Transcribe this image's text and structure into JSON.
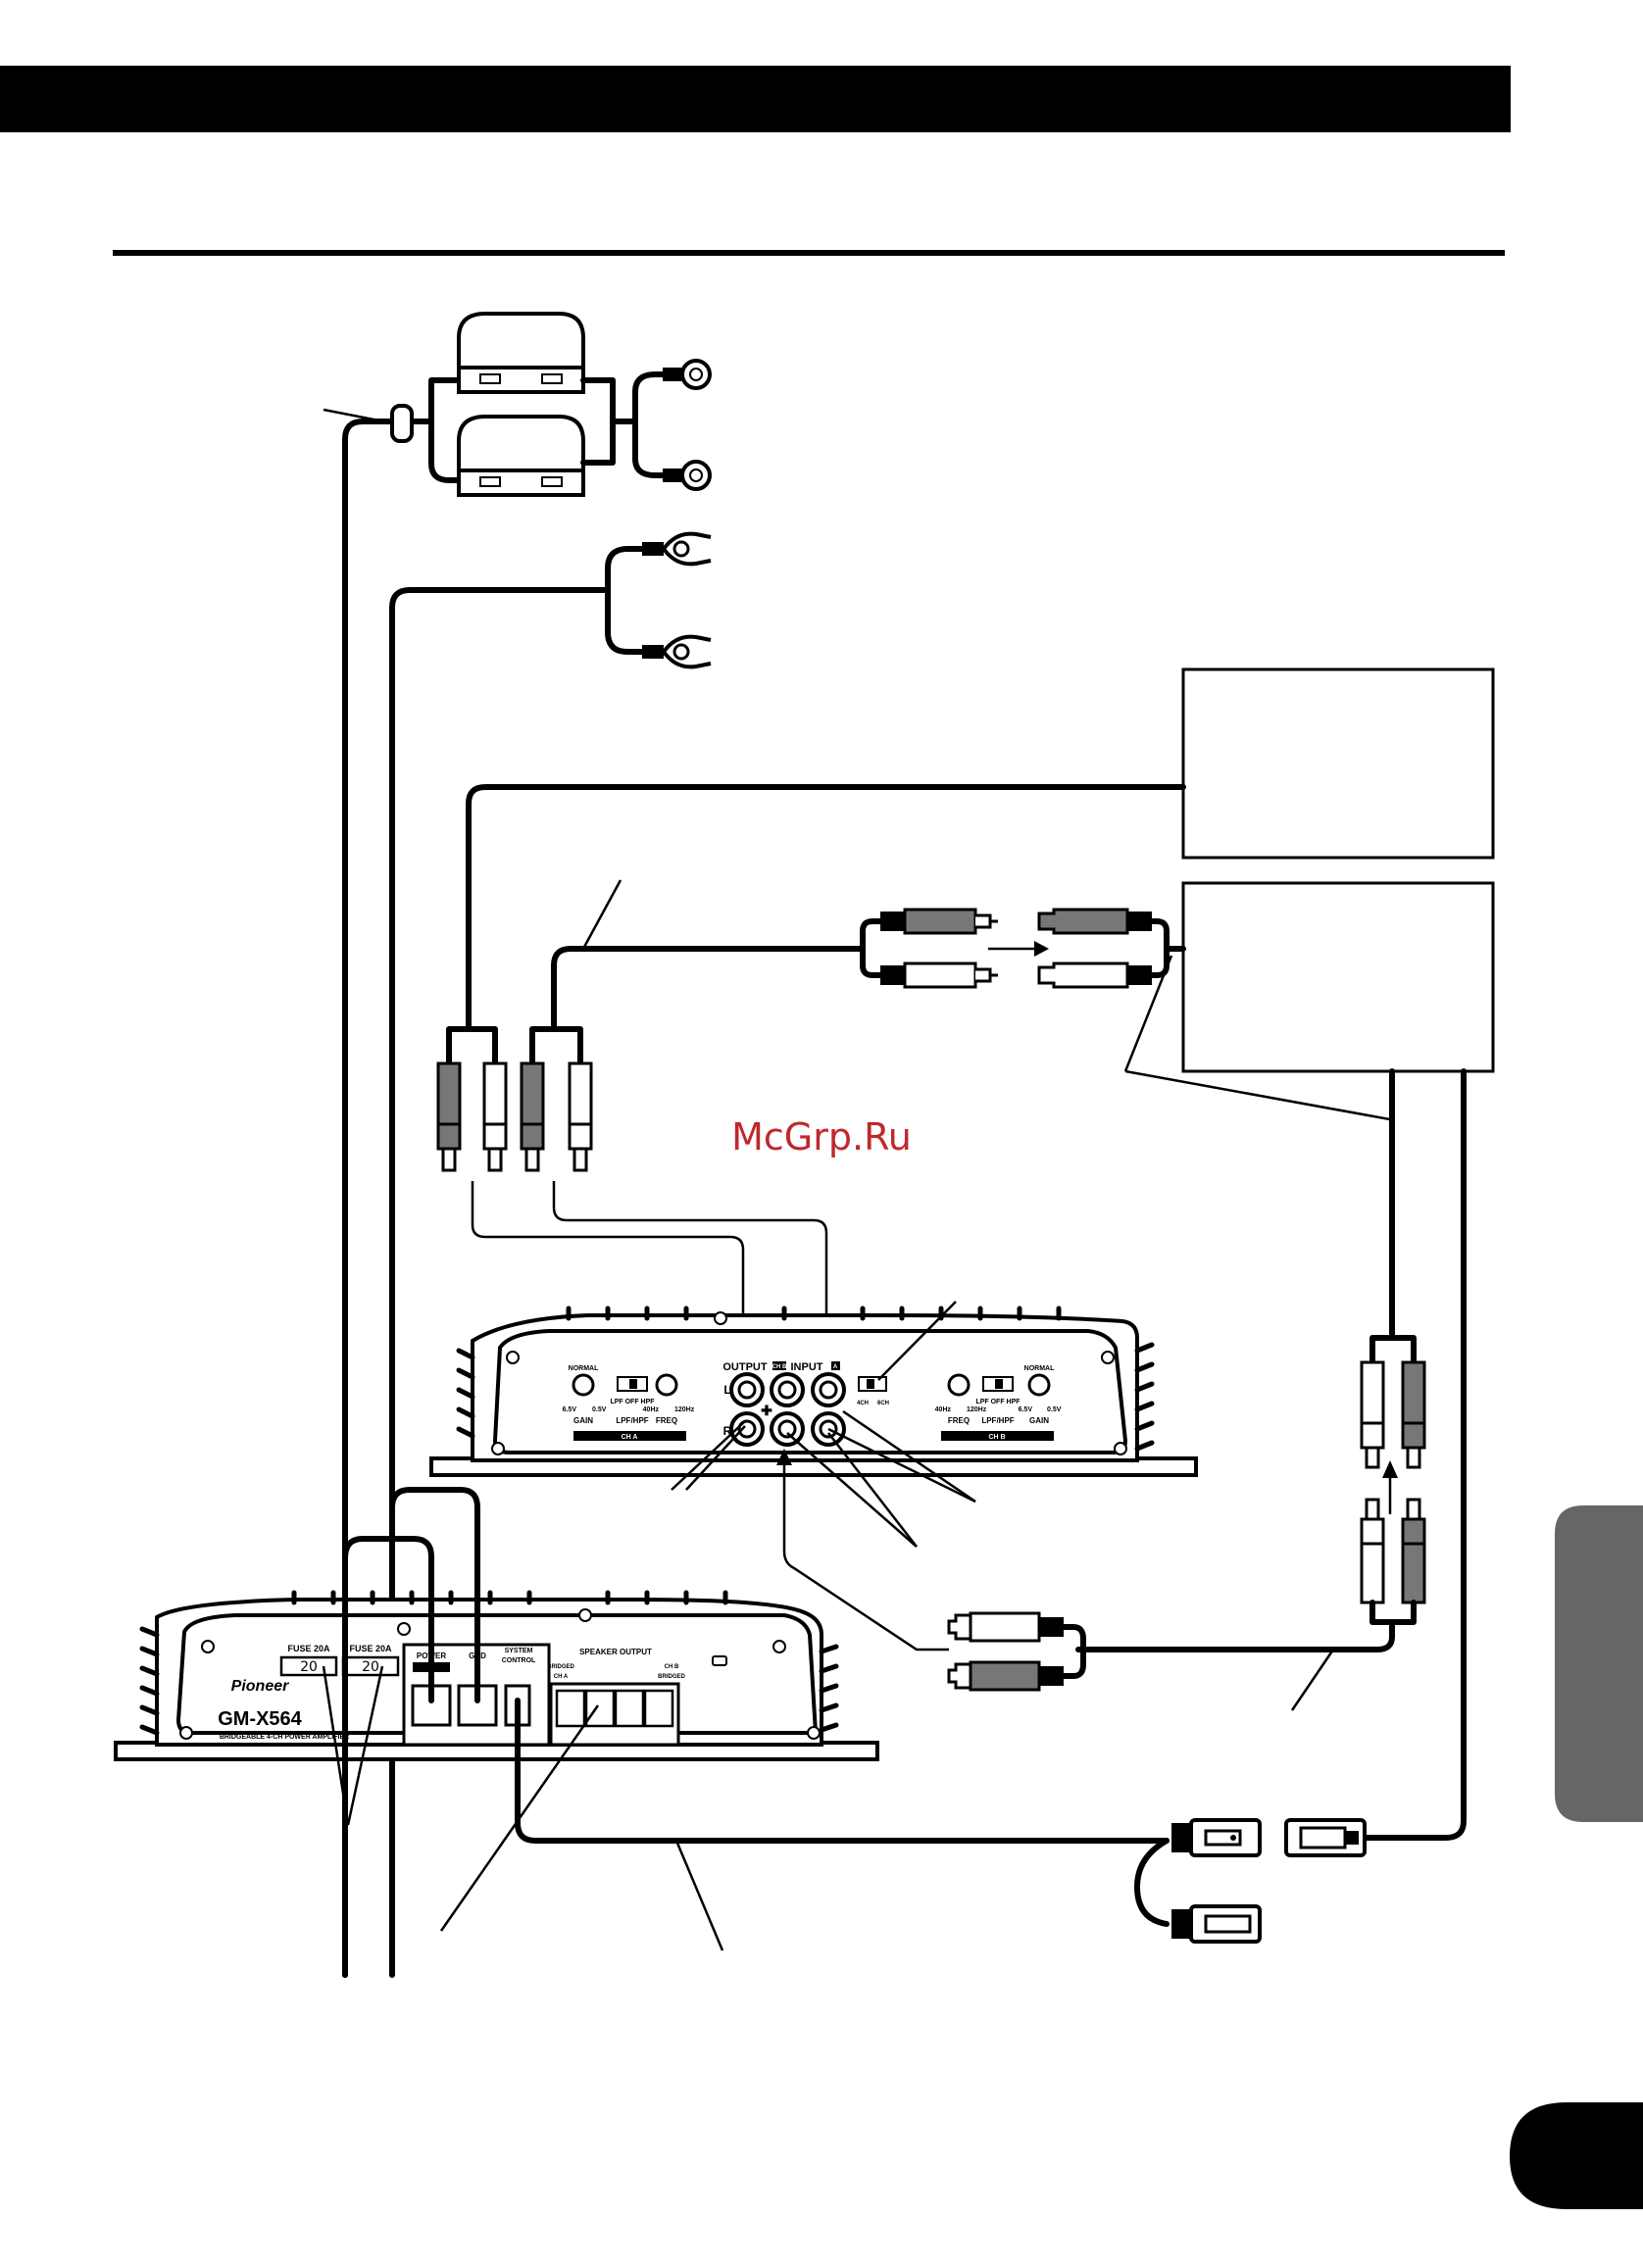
{
  "watermark": "McGrp.Ru",
  "amp_main": {
    "brand": "Pioneer",
    "model": "GM-X564",
    "subtitle": "BRIDGEABLE 4-CH POWER AMPLIFIER",
    "fuse_labels": [
      "FUSE 20A",
      "FUSE 20A"
    ],
    "fuse_values": [
      "20",
      "20"
    ],
    "power_label": "POWER",
    "gnd_label": "GND",
    "system_control_label": "SYSTEM CONTROL",
    "speaker_output_label": "SPEAKER OUTPUT",
    "bridged_left": "BRIDGED",
    "ch_a_left": "CH A",
    "ch_b_right": "CH B",
    "bridged_right": "BRIDGED"
  },
  "amp_top": {
    "output_label": "OUTPUT",
    "input_label": "INPUT",
    "input_badge_left": "CH B",
    "input_badge_right": "A",
    "left_label": "L",
    "right_label": "R",
    "normal_left": "NORMAL",
    "normal_right": "NORMAL",
    "gain_left_min": "6.5V",
    "gain_left_max": "0.5V",
    "gain_left": "GAIN",
    "lpf_left": "LPF/HPF",
    "lpf_switch_left": "LPF OFF HPF",
    "freq_left_min": "40Hz",
    "freq_left_max": "120Hz",
    "freq_left": "FREQ",
    "ch_a_label": "CH A",
    "freq_right_min": "40Hz",
    "freq_right_max": "120Hz",
    "freq_right": "FREQ",
    "lpf_switch_right": "LPF OFF HPF",
    "lpf_right": "LPF/HPF",
    "gain_right_min": "6.5V",
    "gain_right_max": "0.5V",
    "gain_right": "GAIN",
    "ch_b_label": "CH B",
    "mode_left": "4CH",
    "mode_right": "6CH"
  },
  "colors": {
    "header_bar": "#000000",
    "tab": "#666666",
    "watermark": "#c0282d",
    "plug_grey": "#777777"
  }
}
